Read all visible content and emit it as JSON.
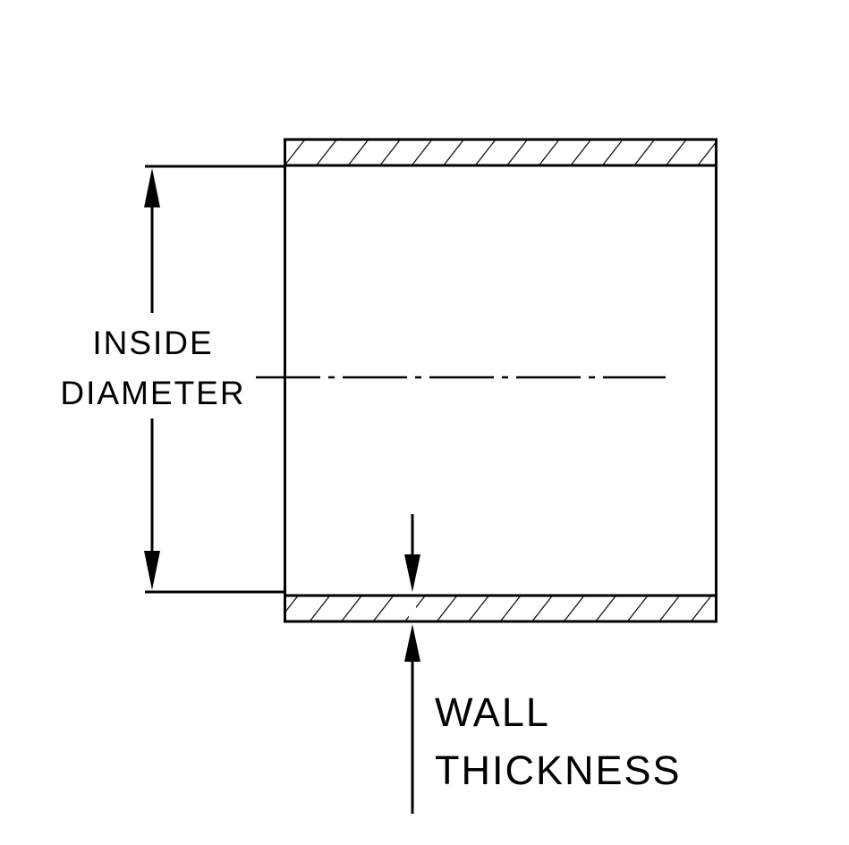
{
  "diagram": {
    "type": "technical-drawing-cross-section",
    "colors": {
      "line": "#000000",
      "background": "#ffffff"
    },
    "labels": {
      "inside_line1": "INSIDE",
      "inside_line2": "DIAMETER",
      "wall_line1": "WALL",
      "wall_line2": "THICKNESS"
    }
  }
}
